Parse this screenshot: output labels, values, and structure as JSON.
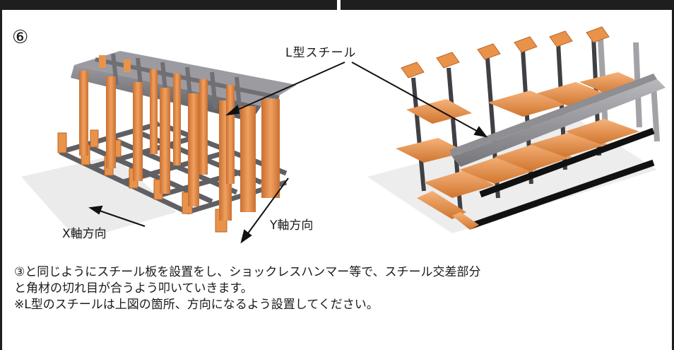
{
  "step": {
    "number": "⑥"
  },
  "labels": {
    "l_steel": "L型スチール",
    "x_direction": "X軸方向",
    "y_direction": "Y軸方向"
  },
  "description": {
    "line1": "③と同じようにスチール板を設置をし、ショックレスハンマー等で、スチール交差部分",
    "line2": "と角材の切れ目が合うよう叩いていきます。",
    "line3": "※L型のスチールは上図の箇所、方向になるよう設置してください。"
  },
  "colors": {
    "wood": "#e9934a",
    "wood_dark": "#b8652a",
    "steel": "#6f6f74",
    "steel_light": "#a7a8ad",
    "black_bar": "#111111",
    "border": "#1e1e1e"
  }
}
